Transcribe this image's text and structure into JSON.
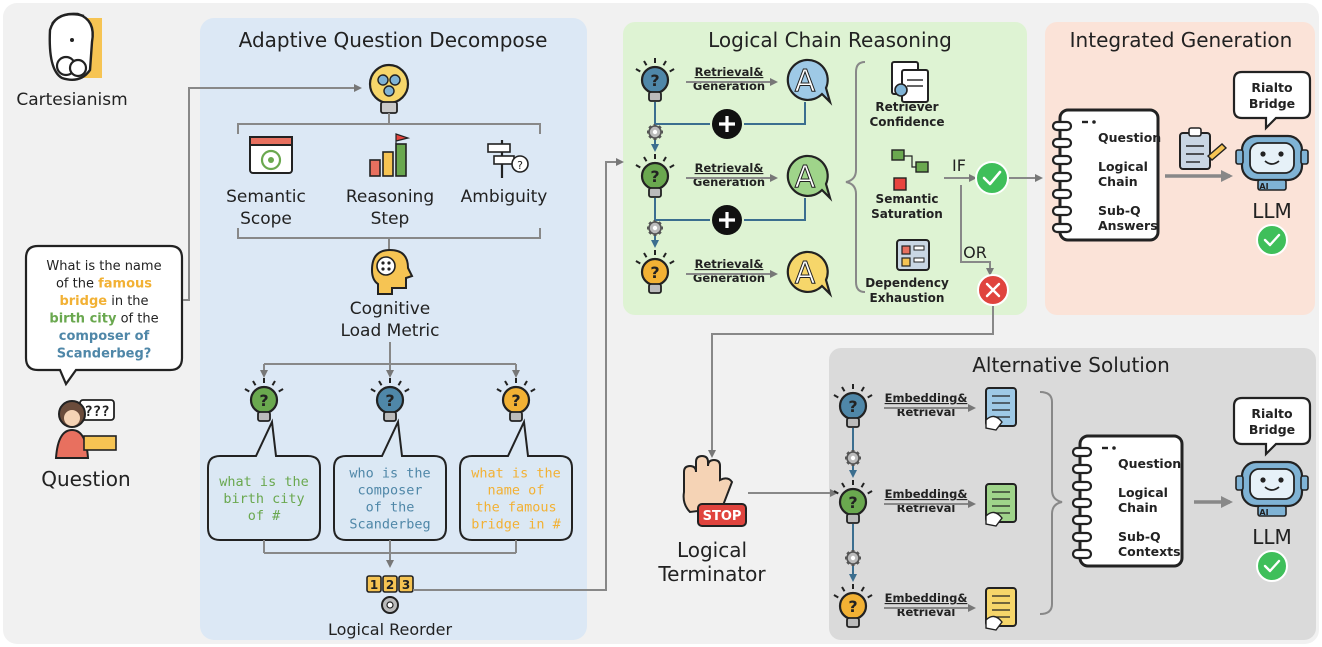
{
  "colors": {
    "panel_bg": "#f1f1f1",
    "decompose_bg": "#dce8f5",
    "reasoning_bg": "#def3d3",
    "integrated_bg": "#fbe3d8",
    "alternative_bg": "#dadada",
    "green": "#6aa84f",
    "blue": "#4f87a8",
    "orange": "#f2b134",
    "check": "#3fbf5a",
    "cross": "#e0443e"
  },
  "left": {
    "cartesianism": "Cartesianism",
    "question_lines": [
      [
        {
          "t": "What is the name",
          "c": "#222"
        }
      ],
      [
        {
          "t": "of the ",
          "c": "#222"
        },
        {
          "t": "famous",
          "c": "#f2b134"
        }
      ],
      [
        {
          "t": "bridge",
          "c": "#f2b134"
        },
        {
          "t": " in the",
          "c": "#222"
        }
      ],
      [
        {
          "t": "birth city",
          "c": "#6aa84f"
        },
        {
          "t": " of the",
          "c": "#222"
        }
      ],
      [
        {
          "t": "composer of",
          "c": "#4f87a8"
        }
      ],
      [
        {
          "t": "Scanderbeg?",
          "c": "#4f87a8"
        }
      ]
    ],
    "question_label": "Question"
  },
  "decompose": {
    "title": "Adaptive Question Decompose",
    "factors": [
      [
        "Semantic",
        "Scope"
      ],
      [
        "Reasoning",
        "Step"
      ],
      [
        "Ambiguity"
      ]
    ],
    "metric": [
      "Cognitive",
      "Load Metric"
    ],
    "subqs": [
      {
        "lines": [
          "what is the",
          "birth city",
          "of #"
        ],
        "color": "#6aa84f"
      },
      {
        "lines": [
          "who is the",
          "composer",
          "of the",
          "Scanderbeg"
        ],
        "color": "#4f87a8"
      },
      {
        "lines": [
          "what is the",
          "name of",
          "the famous",
          "bridge in #"
        ],
        "color": "#f2b134"
      }
    ],
    "reorder_digits": [
      "1",
      "2",
      "3"
    ],
    "reorder_label": "Logical Reorder"
  },
  "reasoning": {
    "title": "Logical Chain Reasoning",
    "step_label": [
      "Retrieval&",
      "Generation"
    ],
    "answer_letter": "A",
    "criteria": [
      [
        "Retriever",
        "Confidence"
      ],
      [
        "Semantic",
        "Saturation"
      ],
      [
        "Dependency",
        "Exhaustion"
      ]
    ],
    "if": "IF",
    "or": "OR"
  },
  "integrated": {
    "title": "Integrated Generation",
    "items": [
      [
        "Question"
      ],
      [
        "Logical",
        "Chain"
      ],
      [
        "Sub-Q",
        "Answers"
      ]
    ],
    "bubble": [
      "Rialto",
      "Bridge"
    ],
    "llm": "LLM",
    "robot_tag": "AI"
  },
  "terminator": {
    "stop": "STOP",
    "label": [
      "Logical",
      "Terminator"
    ]
  },
  "alternative": {
    "title": "Alternative Solution",
    "step_label": [
      "Embedding&",
      "Retrieval"
    ],
    "items": [
      [
        "Question"
      ],
      [
        "Logical",
        "Chain"
      ],
      [
        "Sub-Q",
        "Contexts"
      ]
    ],
    "bubble": [
      "Rialto",
      "Bridge"
    ],
    "llm": "LLM",
    "robot_tag": "AI"
  }
}
